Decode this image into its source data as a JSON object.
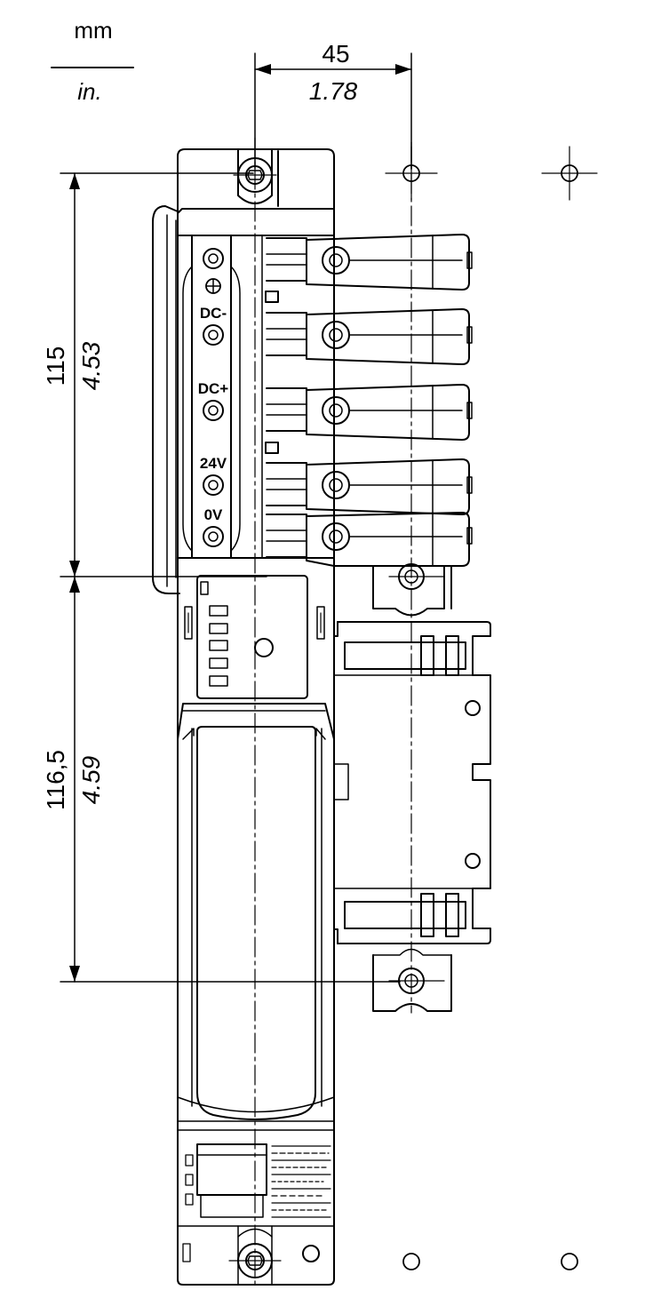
{
  "units": {
    "primary": "mm",
    "secondary": "in."
  },
  "dimensions": {
    "width": {
      "mm": "45",
      "in": "1.78"
    },
    "upper_height": {
      "mm": "115",
      "in": "4.53"
    },
    "lower_height": {
      "mm": "116,5",
      "in": "4.59"
    }
  },
  "terminals": [
    {
      "label": ""
    },
    {
      "label": "DC-"
    },
    {
      "label": "DC+"
    },
    {
      "label": "24V"
    },
    {
      "label": "0V"
    }
  ],
  "ground_symbol": "⊕",
  "colors": {
    "line": "#000000",
    "background": "#ffffff"
  }
}
